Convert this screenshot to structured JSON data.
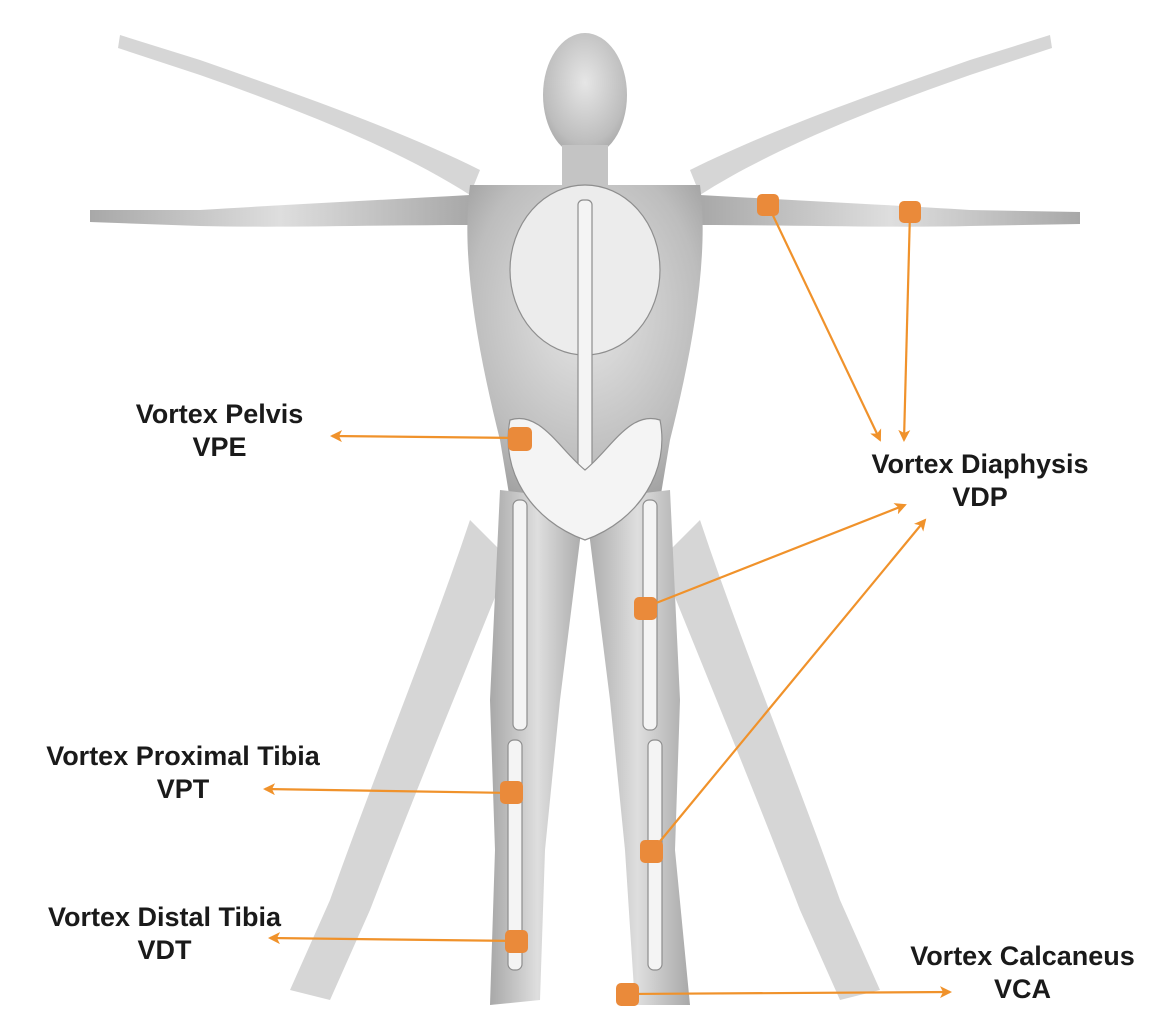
{
  "colors": {
    "accent": "#f0922b",
    "marker": "#ea8a3a",
    "label_text": "#1a1a1a",
    "body": "#c9c9c9",
    "bone": "#f4f4f4"
  },
  "labels": {
    "pelvis": {
      "name": "Vortex Pelvis",
      "code": "VPE"
    },
    "diaphysis": {
      "name": "Vortex Diaphysis",
      "code": "VDP"
    },
    "prox_tibia": {
      "name": "Vortex Proximal Tibia",
      "code": "VPT"
    },
    "dist_tibia": {
      "name": "Vortex Distal Tibia",
      "code": "VDT"
    },
    "calcaneus": {
      "name": "Vortex Calcaneus",
      "code": "VCA"
    }
  }
}
